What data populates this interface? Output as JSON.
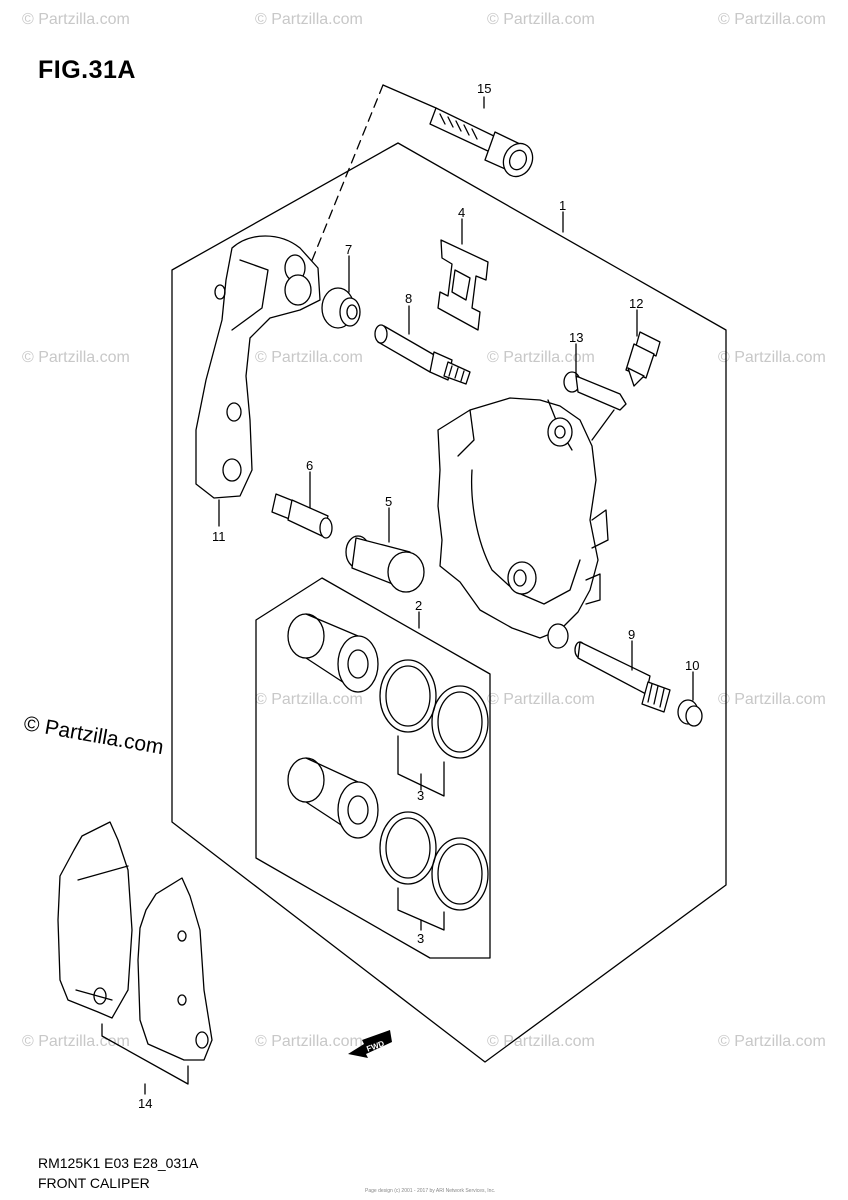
{
  "figure": {
    "title": "FIG.31A",
    "model_code": "RM125K1 E03 E28_031A",
    "caption": "FRONT CALIPER",
    "footer_note": "Page design (c) 2001 - 2017 by ARI Network Services, Inc."
  },
  "copyright": "© Partzilla.com",
  "watermark": "© Partzilla.com",
  "direction_label": "FWD",
  "callouts": [
    "15",
    "1",
    "4",
    "7",
    "8",
    "12",
    "13",
    "6",
    "5",
    "11",
    "2",
    "9",
    "10",
    "3",
    "3",
    "14"
  ]
}
